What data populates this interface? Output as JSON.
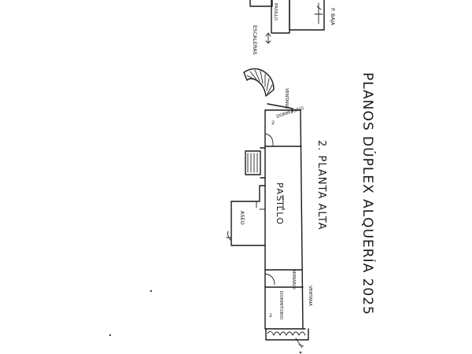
{
  "title": "PLANOS DÚPLEX ALQUERÍA 2025",
  "floor": "2. PLANTA ALTA",
  "ground_floor_tag": "P. BAJA",
  "rooms": {
    "pasillo": "PASILLO",
    "pasillo_small": "PASILLO",
    "aseo": "ASEO",
    "escaleras": "ESCALERAS",
    "dormitorio_top": "DORMITORIO",
    "dormitorio_top_num": "2",
    "ventana_top": "VENTANA",
    "dormitorio_bottom": "DORMITORIO",
    "dormitorio_bottom_num": "2",
    "ventana_bottom": "VENTANA",
    "armario": "ARMARIO"
  }
}
